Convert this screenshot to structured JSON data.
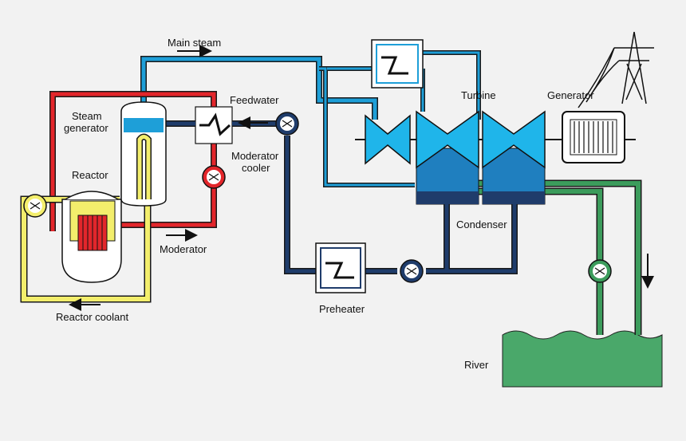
{
  "labels": {
    "main_steam": "Main steam",
    "steam_generator_l1": "Steam",
    "steam_generator_l2": "generator",
    "feedwater": "Feedwater",
    "moderator_cooler_l1": "Moderator",
    "moderator_cooler_l2": "cooler",
    "reactor": "Reactor",
    "moderator": "Moderator",
    "reactor_coolant": "Reactor coolant",
    "turbine": "Turbine",
    "generator": "Generator",
    "condenser": "Condenser",
    "preheater": "Preheater",
    "river": "River"
  },
  "colors": {
    "background": "#f2f2f2",
    "main_steam_pipe": "#1e9fd8",
    "moderator_loop": "#e3262b",
    "reactor_coolant_loop": "#f3ee6c",
    "feedwater_pipe": "#1f3c6b",
    "cooling_water": "#3c9c5c",
    "river": "#4aa86a",
    "turbine": "#1fb5ea",
    "core": "#e3262b"
  }
}
